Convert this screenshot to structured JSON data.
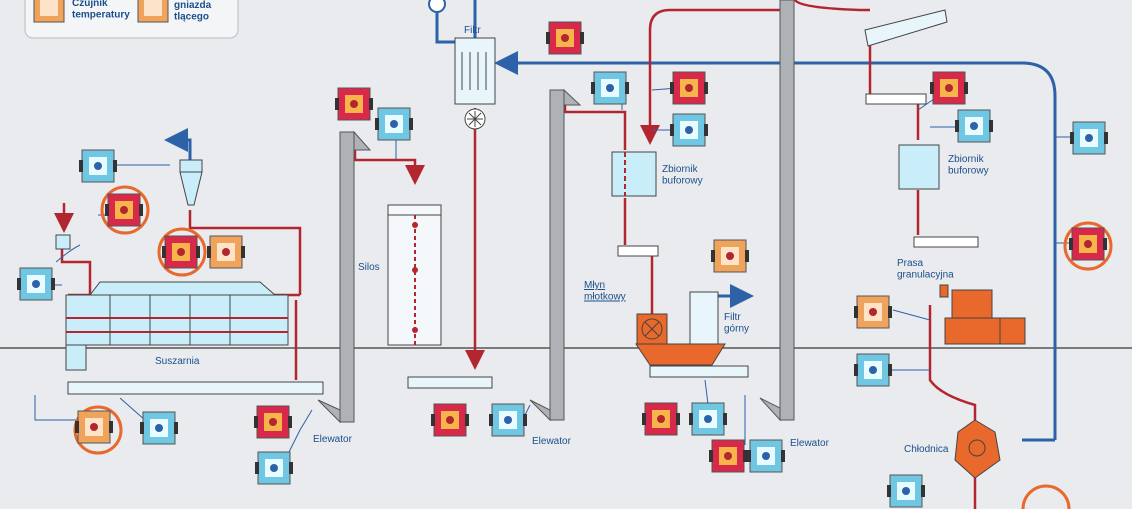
{
  "legend": {
    "temperature_sensor": "Czujnik\ntemperatury",
    "socket_label_partial": "gniazda\ntlącego"
  },
  "labels": {
    "filtr": "Filtr",
    "silos": "Silos",
    "suszarnia": "Suszarnia",
    "elevator_1": "Elewator",
    "elevator_2": "Elewator",
    "elevator_3": "Elewator",
    "zbiornik_1": "Zbiornik\nbuforowy",
    "zbiornik_2": "Zbiornik\nbuforowy",
    "mlyn": "Młyn\nmłotkowy",
    "filtr_gorny": "Filtr\ngórny",
    "prasa": "Prasa\ngranulacyjna",
    "chlodnica": "Chłodnica"
  },
  "colors": {
    "background": "#e9ebee",
    "red_line": "#b3262f",
    "blue_line": "#2d62a8",
    "sensor_red": "#d8294a",
    "sensor_blue": "#6fc7e4",
    "sensor_orange": "#f0a35a",
    "machine_orange": "#e8692b",
    "highlight_ring": "#e8692b",
    "equipment_fill": "#c9eefa"
  }
}
